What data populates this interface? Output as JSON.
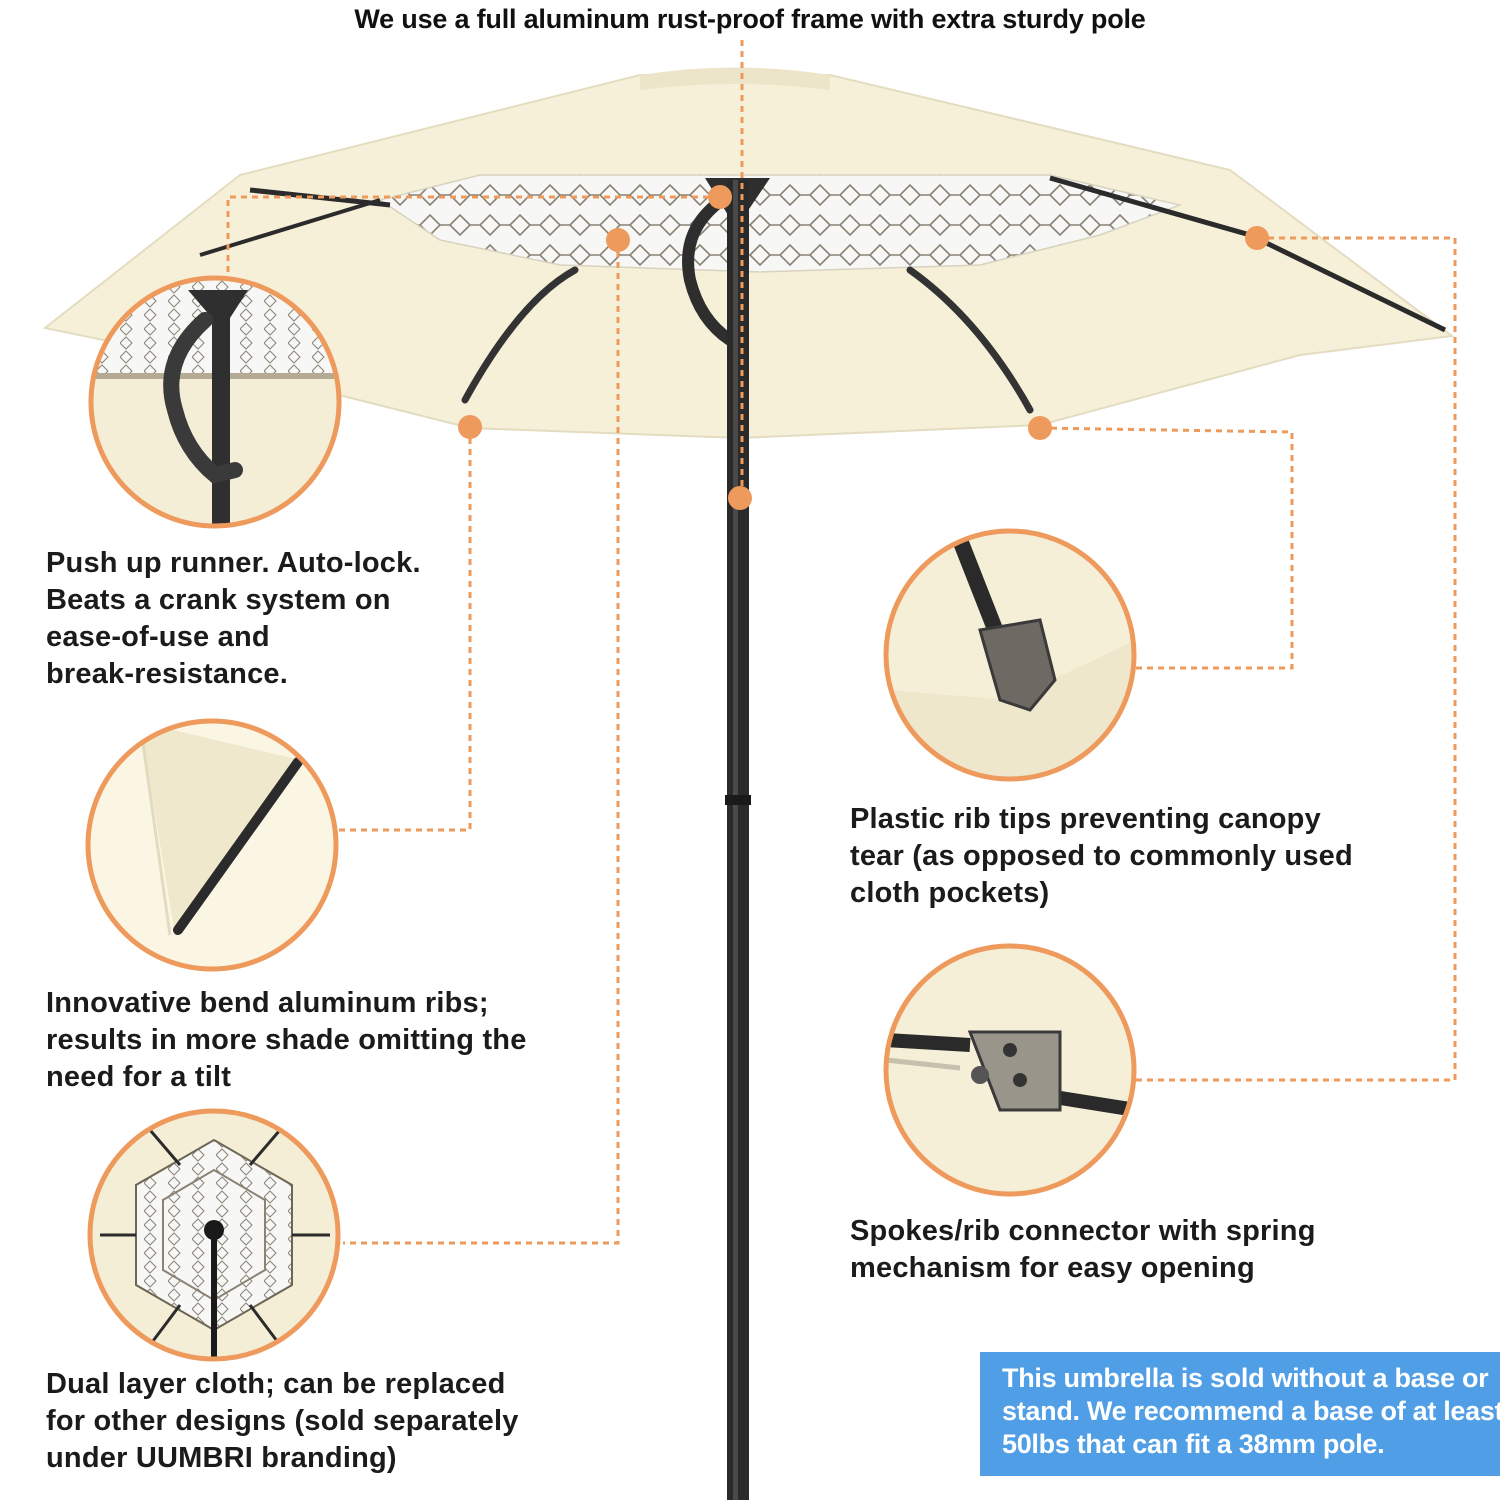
{
  "headline": "We use a full aluminum rust-proof frame with extra sturdy pole",
  "captions": {
    "runner": [
      "Push up runner. Auto-lock.",
      "Beats a crank system on",
      "ease-of-use and",
      "break-resistance."
    ],
    "ribs": [
      "Innovative bend aluminum ribs;",
      "results in more shade omitting the",
      "need for a tilt"
    ],
    "cloth": [
      "Dual layer cloth; can be replaced",
      "for other designs (sold separately",
      "under UUMBRI branding)"
    ],
    "tips": [
      "Plastic rib tips preventing canopy",
      "tear (as opposed to commonly used",
      "cloth pockets)"
    ],
    "spokes": [
      "Spokes/rib connector with spring",
      "mechanism for easy opening"
    ]
  },
  "notice": [
    "This umbrella is sold without a base or",
    "stand. We recommend a base of at least",
    "50lbs that can fit a 38mm pole."
  ],
  "colors": {
    "canopy": "#f6f0d9",
    "accent_orange": "#ee9a5c",
    "pole": "#2a2a2a",
    "notice_bg": "#4f9ee6"
  }
}
